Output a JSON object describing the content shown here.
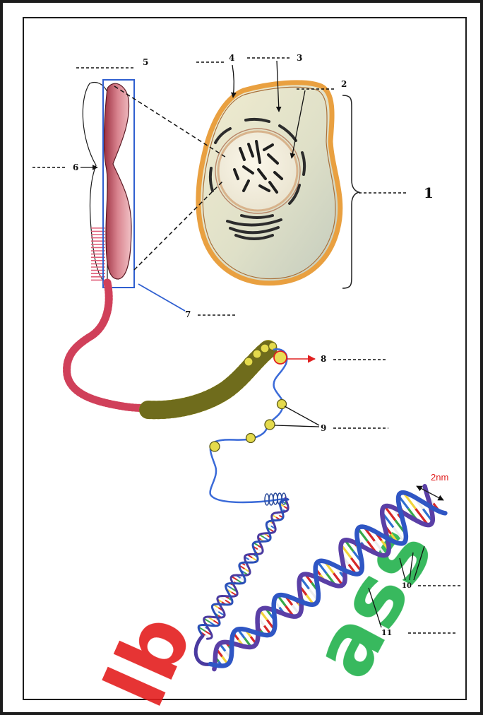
{
  "labels": {
    "n1": "1",
    "n2": "2",
    "n3": "3",
    "n4": "4",
    "n5": "5",
    "n6": "6",
    "n7": "7",
    "n8": "8",
    "n9": "9",
    "n10": "10",
    "n11": "11"
  },
  "scale_bar": "2nm",
  "watermark": {
    "red_part": "lb",
    "green_part": "ass"
  },
  "colors": {
    "frame": "#1c1c1c",
    "membrane": "#e9a040",
    "chromatid": "#b5404f",
    "selection_box": "#2f5fd0",
    "marker_8": "#e02020",
    "scale_bar": "#e02020",
    "fiber": "#3a6ad8",
    "watermark_red": "#e41d1d",
    "watermark_green": "#22b14c"
  }
}
